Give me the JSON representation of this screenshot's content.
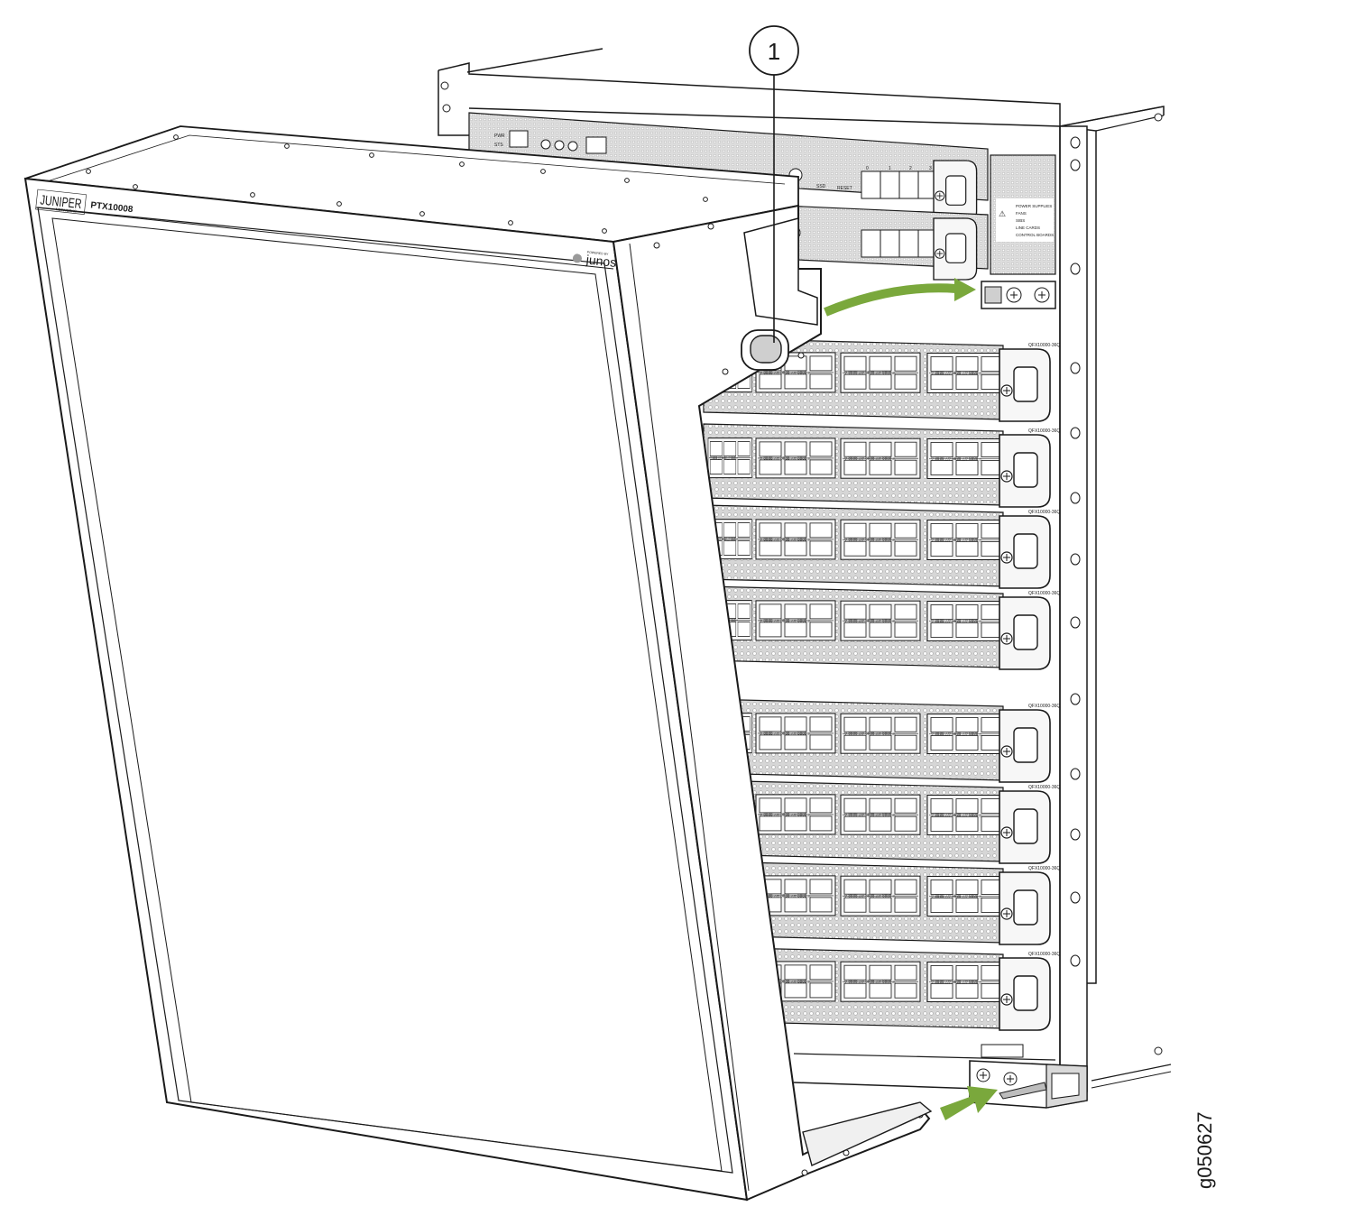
{
  "diagram": {
    "callout_number": "1",
    "figure_id": "g050627",
    "door": {
      "brand": "JUNIPER",
      "brand_sub": "NETWORKS",
      "model": "PTX10008",
      "os_logo": "junos",
      "os_logo_sub": "POWERED BY"
    },
    "control_board": {
      "pwr_label": "PWR",
      "sts_label": "STS",
      "ssd_label": "SSD",
      "reset_label": "RESET",
      "port_numbers": [
        "0",
        "1",
        "2",
        "3"
      ]
    },
    "status_panel": {
      "items": [
        "POWER SUPPLIES",
        "FANS",
        "SIBS",
        "LINE CARDS",
        "CONTROL BOARDS"
      ]
    },
    "line_card_label": "QFX10000-36Q",
    "line_card_count": 8,
    "arrow_color": "#7aa83c",
    "accent_colors": {
      "outline": "#1a1a1a",
      "mesh": "#cfcfcf",
      "card_face": "#f2f2f2"
    }
  }
}
